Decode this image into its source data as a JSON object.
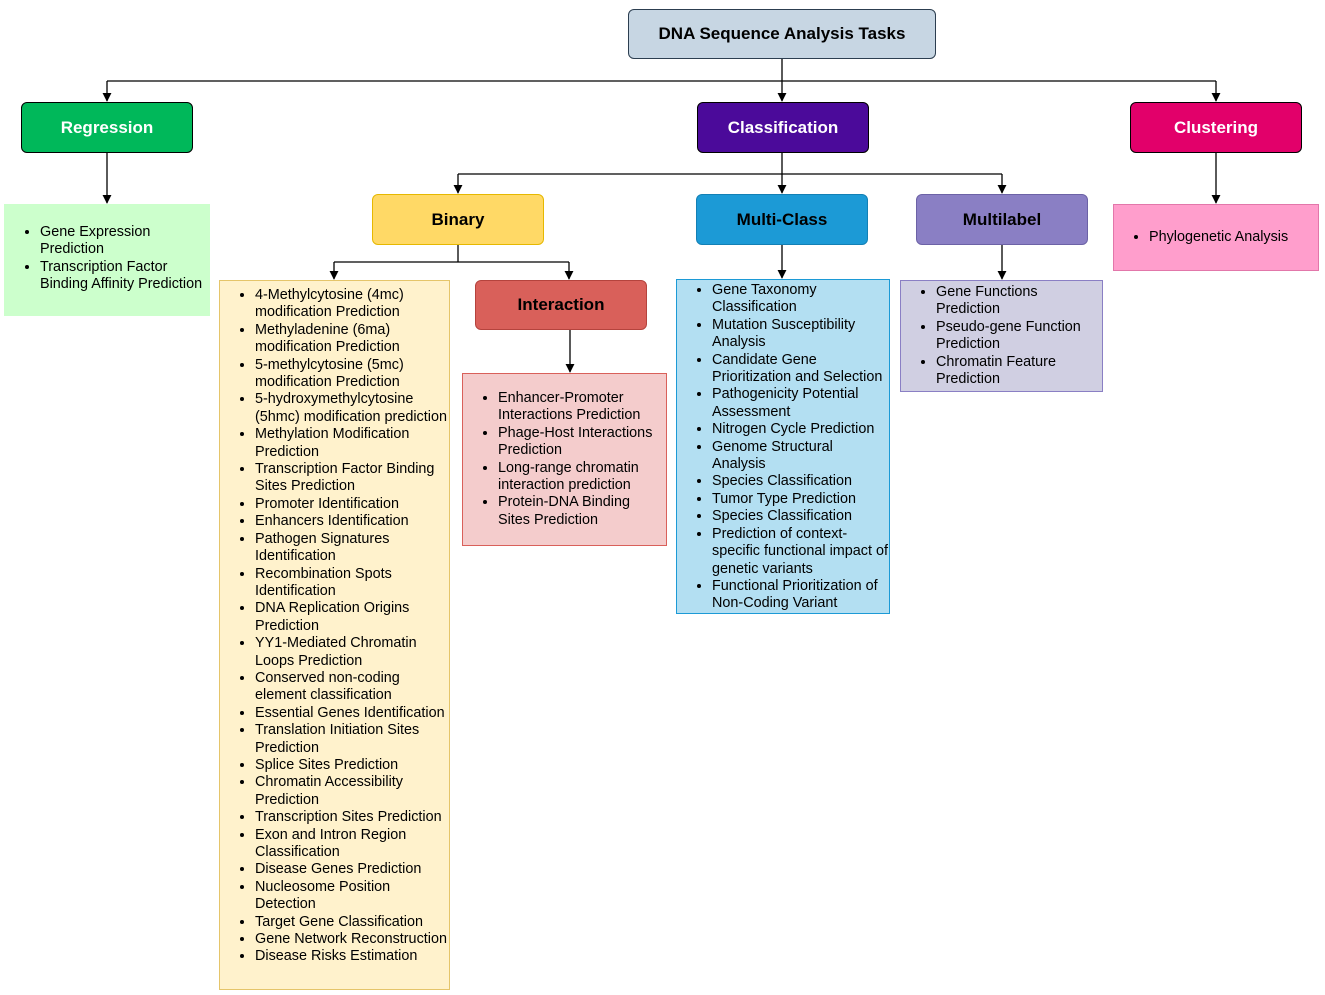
{
  "root": {
    "label": "DNA Sequence Analysis Tasks"
  },
  "categories": {
    "regression": {
      "label": "Regression",
      "color": "#00b85a"
    },
    "classification": {
      "label": "Classification",
      "color": "#4b0a9a"
    },
    "clustering": {
      "label": "Clustering",
      "color": "#e2006a"
    }
  },
  "subcategories": {
    "binary": {
      "label": "Binary",
      "color": "#ffd966"
    },
    "interaction": {
      "label": "Interaction",
      "color": "#d9605a"
    },
    "multiclass": {
      "label": "Multi-Class",
      "color": "#1c9ad6"
    },
    "multilabel": {
      "label": "Multilabel",
      "color": "#8a7fc4"
    }
  },
  "lists": {
    "regression": [
      "Gene Expression Prediction",
      "Transcription Factor Binding Affinity Prediction"
    ],
    "binary": [
      "4-Methylcytosine (4mc) modification Prediction",
      "Methyladenine (6ma) modification Prediction",
      "5-methylcytosine (5mc) modification Prediction",
      "5-hydroxymethylcytosine (5hmc) modification prediction",
      "Methylation Modification Prediction",
      "Transcription Factor Binding Sites Prediction",
      "Promoter Identification",
      "Enhancers Identification",
      "Pathogen Signatures Identification",
      "Recombination Spots Identification",
      "DNA Replication Origins Prediction",
      "YY1-Mediated Chromatin Loops Prediction",
      "Conserved non-coding element classification",
      "Essential Genes Identification",
      "Translation Initiation Sites Prediction",
      "Splice Sites Prediction",
      "Chromatin Accessibility Prediction",
      "Transcription Sites Prediction",
      "Exon and Intron Region Classification",
      "Disease Genes Prediction",
      "Nucleosome Position Detection",
      "Target Gene Classification",
      "Gene Network Reconstruction",
      "Disease Risks Estimation"
    ],
    "interaction": [
      "Enhancer-Promoter Interactions Prediction",
      "Phage-Host Interactions Prediction",
      "Long-range chromatin interaction prediction",
      "Protein-DNA Binding Sites Prediction"
    ],
    "multiclass": [
      "Gene Taxonomy Classification",
      "Mutation Susceptibility Analysis",
      "Candidate Gene Prioritization and Selection",
      "Pathogenicity Potential Assessment",
      "Nitrogen Cycle Prediction",
      "Genome Structural Analysis",
      "Species Classification",
      "Tumor Type Prediction",
      "Species Classification",
      "Prediction of context-specific functional impact of genetic variants",
      "Functional Prioritization of Non-Coding Variant"
    ],
    "multilabel": [
      "Gene Functions Prediction",
      "Pseudo-gene Function Prediction",
      "Chromatin Feature Prediction"
    ],
    "clustering": [
      "Phylogenetic Analysis"
    ]
  }
}
